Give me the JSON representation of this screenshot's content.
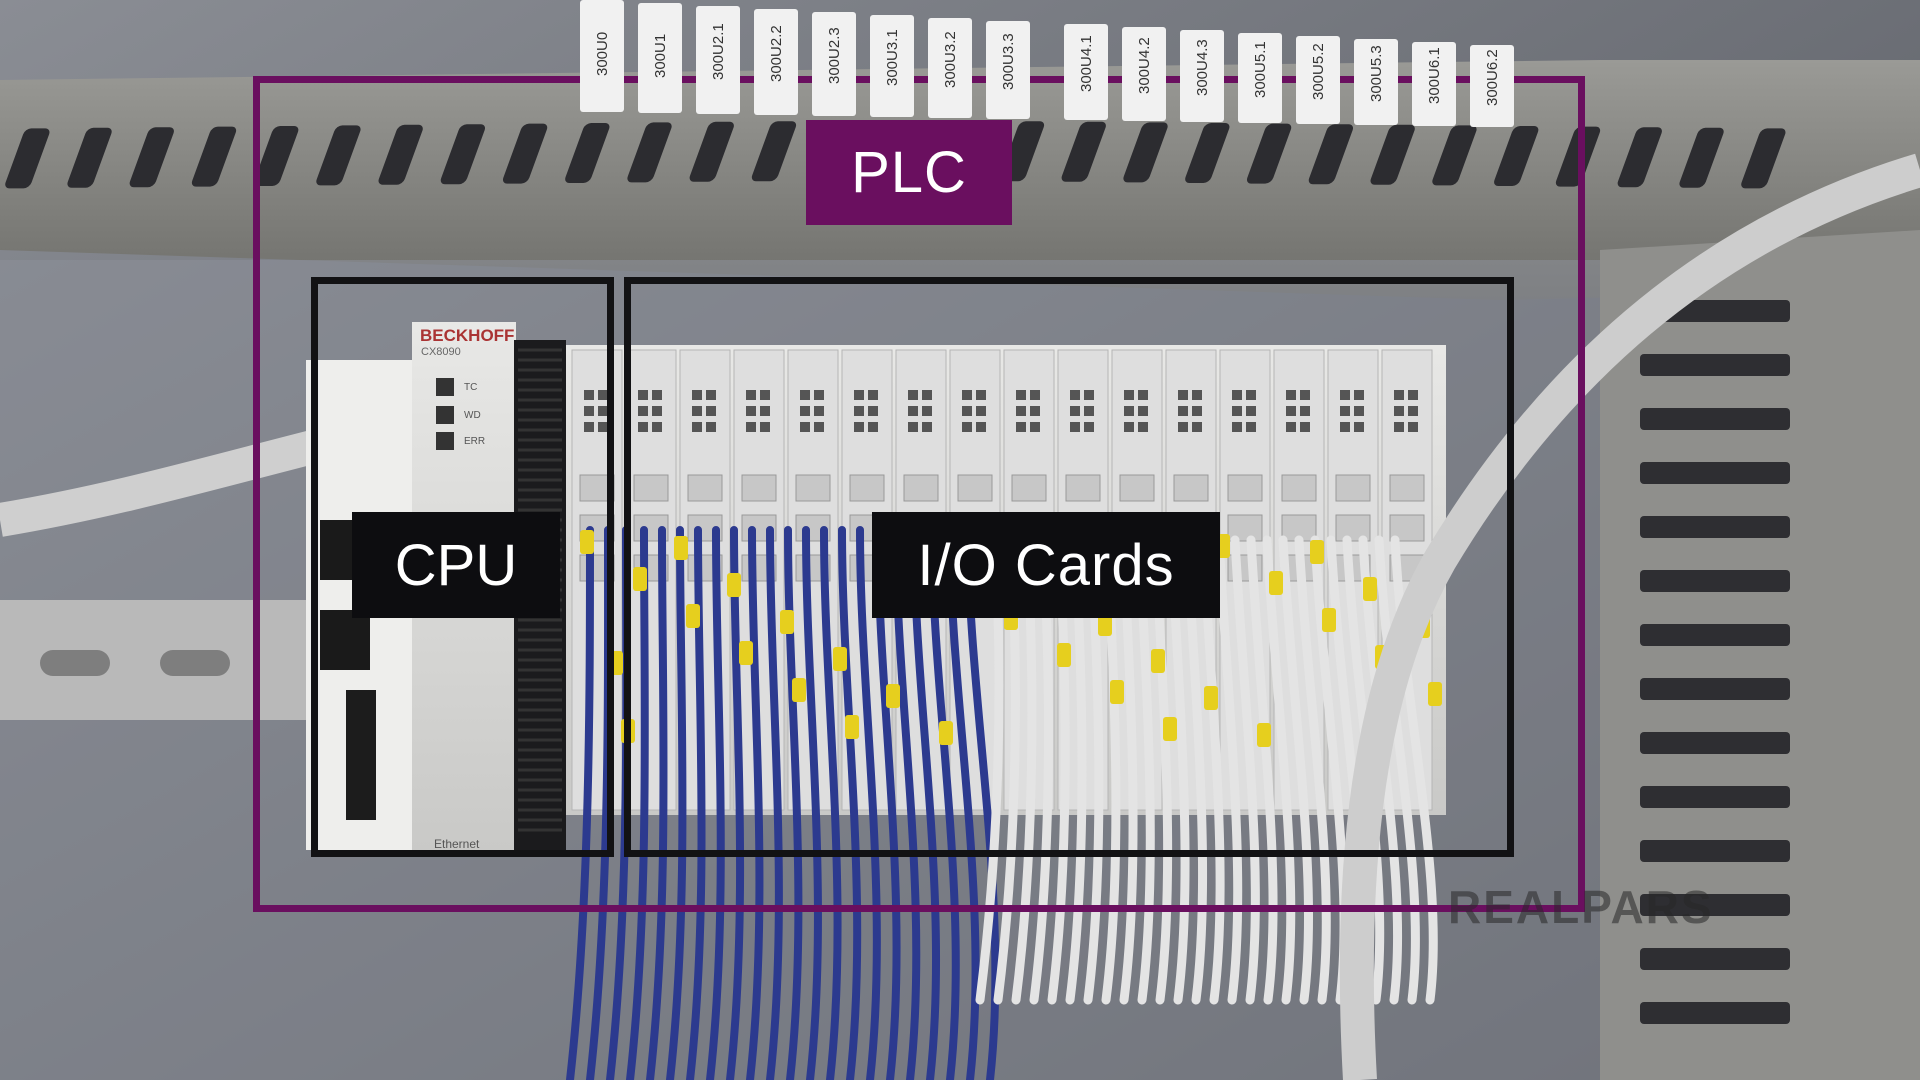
{
  "overlay": {
    "plc_label": "PLC",
    "cpu_label": "CPU",
    "io_label": "I/O Cards",
    "watermark": "REALPARS",
    "plc_color": "#6a0f5f",
    "box_color": "#121214"
  },
  "wire_labels": [
    "300U0",
    "300U1",
    "300U2.1",
    "300U2.2",
    "300U2.3",
    "300U3.1",
    "300U3.2",
    "300U3.3",
    "300U4.1",
    "300U4.2",
    "300U4.3",
    "300U5.1",
    "300U5.2",
    "300U5.3",
    "300U6.1",
    "300U6.2"
  ],
  "cpu_module": {
    "brand": "BECKHOFF",
    "model": "CX8090",
    "leds": [
      "TC",
      "WD",
      "ERR"
    ],
    "port": "Ethernet"
  }
}
